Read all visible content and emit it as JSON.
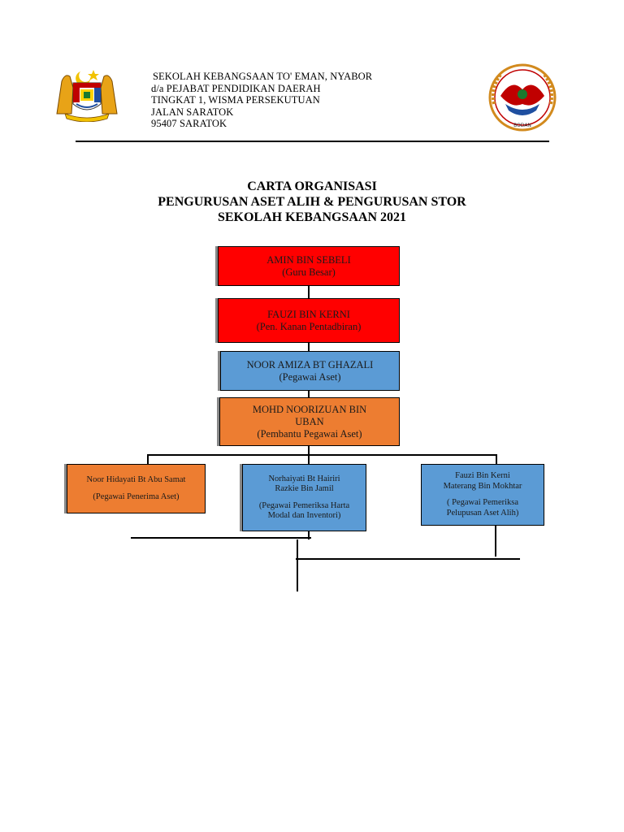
{
  "header": {
    "school_name": "SEKOLAH KEBANGSAAN TO' EMAN, NYABOR",
    "address_line1": "d/a PEJABAT PENDIDIKAN DAERAH",
    "address_line2": "TINGKAT 1, WISMA PERSEKUTUAN",
    "address_line3": "JALAN SARATOK",
    "address_line4": "95407 SARATOK",
    "right_logo_text": "SK TO' EMAN NYABOR",
    "right_logo_bottom": "BODAN"
  },
  "title": {
    "line1": "CARTA ORGANISASI",
    "line2": "PENGURUSAN ASET ALIH & PENGURUSAN STOR",
    "line3": "SEKOLAH KEBANGSAAN 2021"
  },
  "chart": {
    "guru_besar": {
      "name": "AMIN BIN SEBELI",
      "role": "(Guru Besar)",
      "color": "#ff0000"
    },
    "pen_kanan": {
      "name": "FAUZI BIN KERNI",
      "role": "(Pen. Kanan Pentadbiran)",
      "color": "#ff0000"
    },
    "pegawai_aset": {
      "name": "NOOR AMIZA BT GHAZALI",
      "role": "(Pegawai Aset)",
      "color": "#5b9bd5"
    },
    "pembantu": {
      "name_line1": "MOHD NOORIZUAN BIN",
      "name_line2": "UBAN",
      "role": "(Pembantu Pegawai Aset)",
      "color": "#ed7d31"
    },
    "penerima": {
      "name": "Noor Hidayati Bt Abu Samat",
      "role": "(Pegawai Penerima Aset)",
      "color": "#ed7d31"
    },
    "pemeriksa": {
      "name1": "Norhaiyati Bt Hairiri",
      "name2": "Razkie Bin Jamil",
      "role1": "(Pegawai Pemeriksa Harta",
      "role2": "Modal dan Inventori)",
      "color": "#5b9bd5"
    },
    "pelupusan": {
      "name1": "Fauzi Bin Kerni",
      "name2": "Materang Bin Mokhtar",
      "role1": "( Pegawai Pemeriksa",
      "role2": "Pelupusan Aset Alih)",
      "color": "#5b9bd5"
    }
  }
}
